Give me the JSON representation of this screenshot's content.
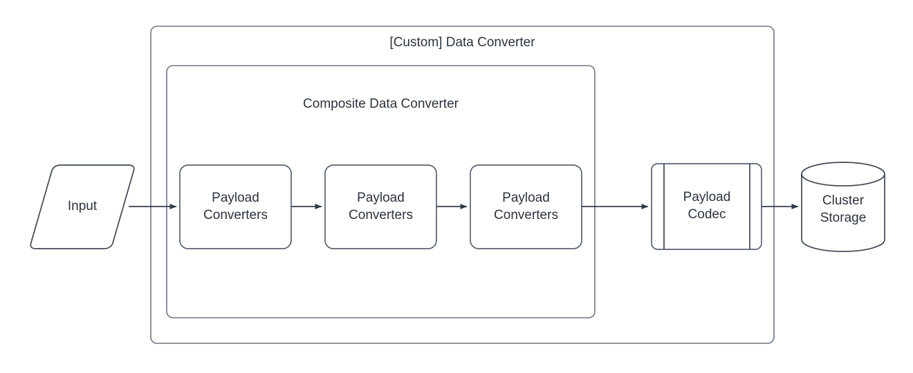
{
  "diagram": {
    "title_outer": "[Custom] Data Converter",
    "title_inner": "Composite Data Converter",
    "stroke_color": "#4a5260",
    "container_stroke_color": "#66707e",
    "text_color": "#2b333f",
    "fill_color": "#ffffff",
    "nodes": [
      {
        "id": "input",
        "label": "Input",
        "shape": "parallelogram"
      },
      {
        "id": "payload-converters-1",
        "label": "Payload\nConverters",
        "shape": "rounded-rect"
      },
      {
        "id": "payload-converters-2",
        "label": "Payload\nConverters",
        "shape": "rounded-rect"
      },
      {
        "id": "payload-converters-3",
        "label": "Payload\nConverters",
        "shape": "rounded-rect"
      },
      {
        "id": "payload-codec",
        "label": "Payload\nCodec",
        "shape": "predefined-process"
      },
      {
        "id": "cluster-storage",
        "label": "Cluster\nStorage",
        "shape": "cylinder"
      }
    ],
    "edges": [
      {
        "from": "input",
        "to": "payload-converters-1"
      },
      {
        "from": "payload-converters-1",
        "to": "payload-converters-2"
      },
      {
        "from": "payload-converters-2",
        "to": "payload-converters-3"
      },
      {
        "from": "payload-converters-3",
        "to": "payload-codec"
      },
      {
        "from": "payload-codec",
        "to": "cluster-storage"
      }
    ]
  }
}
